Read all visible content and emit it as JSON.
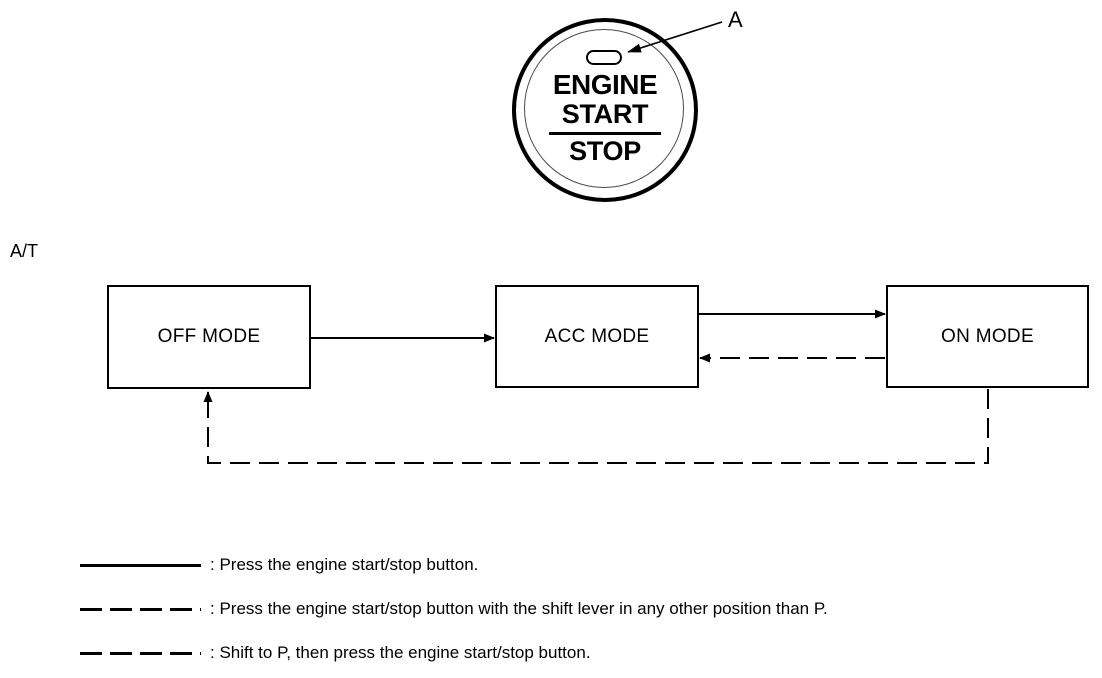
{
  "diagram": {
    "transmission_label": "A/T",
    "callout_label": "A",
    "button": {
      "indicator_name": "indicator-lamp",
      "line1": "ENGINE",
      "line2": "START",
      "line3": "STOP"
    },
    "modes": [
      {
        "id": "off",
        "label": "OFF MODE"
      },
      {
        "id": "acc",
        "label": "ACC MODE"
      },
      {
        "id": "on",
        "label": "ON MODE"
      }
    ],
    "legend": [
      {
        "style": "solid",
        "text": ": Press the engine start/stop button."
      },
      {
        "style": "dashed",
        "text": ": Press the engine start/stop button with the shift lever in any other position than P."
      },
      {
        "style": "dashed",
        "text": ": Shift to P, then press the engine start/stop button."
      }
    ],
    "transitions": [
      {
        "from": "off",
        "to": "acc",
        "style": "solid"
      },
      {
        "from": "acc",
        "to": "on",
        "style": "solid"
      },
      {
        "from": "on",
        "to": "acc",
        "style": "dashed"
      },
      {
        "from": "on",
        "to": "off",
        "style": "dashed"
      }
    ],
    "colors": {
      "line": "#000000",
      "background": "#ffffff",
      "inner_ring": "#4a4a4a"
    }
  }
}
